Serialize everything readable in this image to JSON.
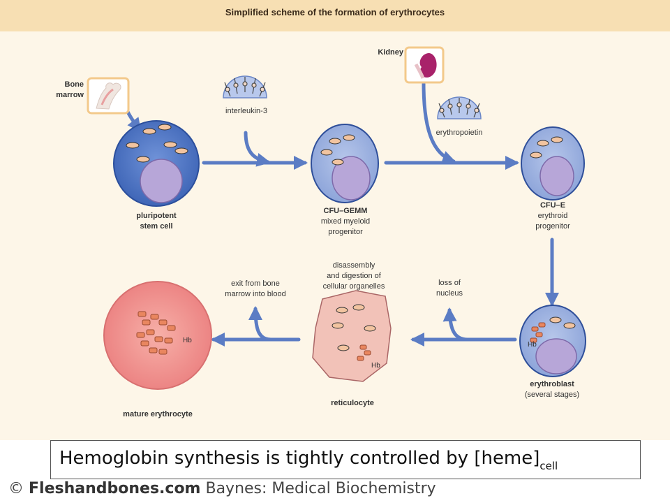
{
  "title": "Simplified scheme of the formation of erythrocytes",
  "labels": {
    "bone_marrow": [
      "Bone",
      "marrow"
    ],
    "kidney": "Kidney",
    "interleukin": "interleukin-3",
    "erythropoietin": "erythropoietin",
    "pluripotent": [
      "pluripotent",
      "stem cell"
    ],
    "cfu_gemm_name": "CFU–GEMM",
    "cfu_gemm_desc": [
      "mixed myeloid",
      "progenitor"
    ],
    "cfu_e_name": "CFU–E",
    "cfu_e_desc": [
      "erythroid",
      "progenitor"
    ],
    "erythroblast_name": "erythroblast",
    "erythroblast_desc": "(several stages)",
    "reticulocyte": "reticulocyte",
    "mature": "mature erythrocyte",
    "loss_nucleus": [
      "loss of",
      "nucleus"
    ],
    "disassembly": [
      "disassembly",
      "and digestion of",
      "cellular organelles"
    ],
    "exit_bone": [
      "exit from bone",
      "marrow into blood"
    ],
    "hb": "Hb"
  },
  "caption": {
    "main": "Hemoglobin synthesis is tightly controlled by [heme]",
    "sub": "cell"
  },
  "credit": {
    "symbol": "©",
    "site": "Fleshandbones.com",
    "book": "Baynes: Medical Biochemistry"
  },
  "colors": {
    "arrow": "#5b7cc4",
    "stem_cell": "#4f75c2",
    "progenitor": "#9fb3e0",
    "nucleus": "#b7a6d8",
    "reticulocyte": "#f2c2b8",
    "erythrocyte": "#ee8f8f",
    "hb": "#e9865f",
    "icon_frame": "#f3c98b"
  }
}
